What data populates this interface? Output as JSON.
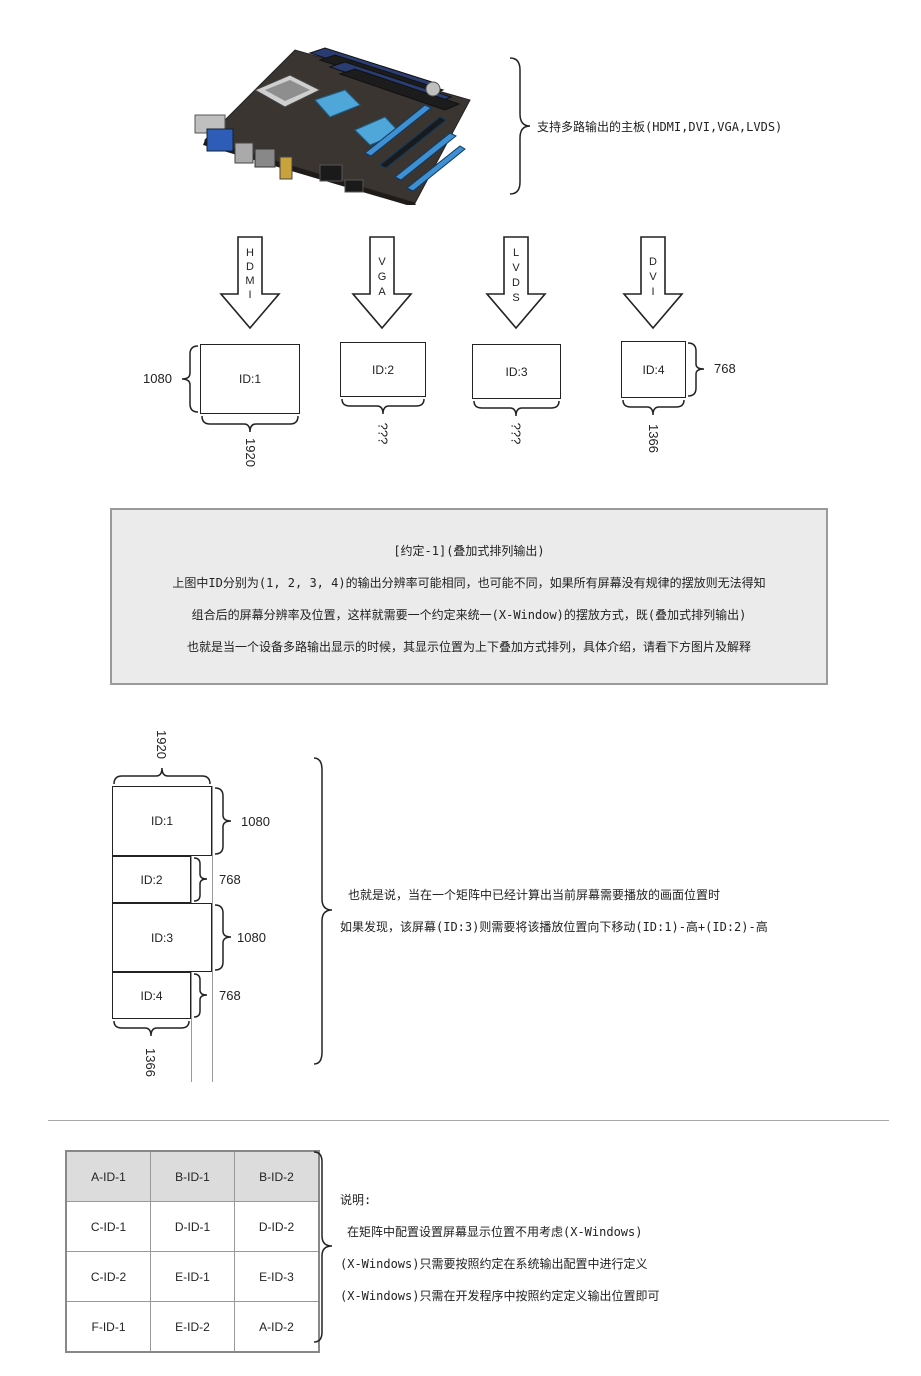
{
  "board": {
    "caption": "支持多路输出的主板(HDMI,DVI,VGA,LVDS)"
  },
  "outputs": [
    {
      "label": "HDMI",
      "letters": [
        "H",
        "D",
        "M",
        "I"
      ]
    },
    {
      "label": "VGA",
      "letters": [
        "V",
        "G",
        "A"
      ]
    },
    {
      "label": "LVDS",
      "letters": [
        "L",
        "V",
        "D",
        "S"
      ]
    },
    {
      "label": "DVI",
      "letters": [
        "D",
        "V",
        "I"
      ]
    }
  ],
  "screens": [
    {
      "id": "ID:1",
      "height_label": "1080",
      "width_label": "1920"
    },
    {
      "id": "ID:2",
      "width_label": "???"
    },
    {
      "id": "ID:3",
      "width_label": "???"
    },
    {
      "id": "ID:4",
      "height_label": "768",
      "width_label": "1366"
    }
  ],
  "note": {
    "title": "[约定-1](叠加式排列输出)",
    "line1": "上图中ID分别为(1, 2, 3, 4)的输出分辨率可能相同，也可能不同，如果所有屏幕没有规律的摆放则无法得知",
    "line2": "组合后的屏幕分辨率及位置，这样就需要一个约定来统一(X-Window)的摆放方式，既(叠加式排列输出)",
    "line3": "也就是当一个设备多路输出显示的时候，其显示位置为上下叠加方式排列，具体介绍，请看下方图片及解释"
  },
  "stack": {
    "top_width": "1920",
    "bottom_width": "1366",
    "items": [
      {
        "id": "ID:1",
        "height": "1080"
      },
      {
        "id": "ID:2",
        "height": "768"
      },
      {
        "id": "ID:3",
        "height": "1080"
      },
      {
        "id": "ID:4",
        "height": "768"
      }
    ],
    "explain1": "也就是说，当在一个矩阵中已经计算出当前屏幕需要播放的画面位置时",
    "explain2": "如果发现，该屏幕(ID:3)则需要将该播放位置向下移动(ID:1)-高+(ID:2)-高"
  },
  "matrix": {
    "rows": [
      [
        "A-ID-1",
        "B-ID-1",
        "B-ID-2"
      ],
      [
        "C-ID-1",
        "D-ID-1",
        "D-ID-2"
      ],
      [
        "C-ID-2",
        "E-ID-1",
        "E-ID-3"
      ],
      [
        "F-ID-1",
        "E-ID-2",
        "A-ID-2"
      ]
    ],
    "notes": [
      "说明:",
      "在矩阵中配置设置屏幕显示位置不用考虑(X-Windows)",
      "(X-Windows)只需要按照约定在系统输出配置中进行定义",
      "(X-Windows)只需在开发程序中按照约定定义输出位置即可"
    ]
  }
}
